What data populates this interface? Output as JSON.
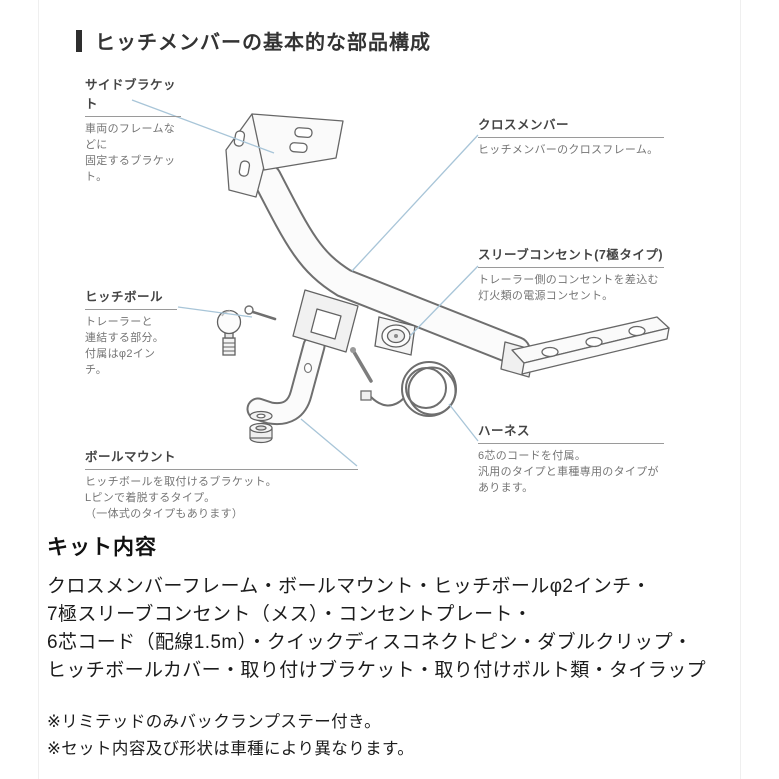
{
  "header": {
    "title": "ヒッチメンバーの基本的な部品構成"
  },
  "labels": {
    "side_bracket": {
      "title": "サイドブラケット",
      "desc": "車両のフレームなどに\n固定するブラケット。"
    },
    "cross_member": {
      "title": "クロスメンバー",
      "desc": "ヒッチメンバーのクロスフレーム。"
    },
    "sleeve_outlet": {
      "title": "スリーブコンセント(7極タイプ)",
      "desc": "トレーラー側のコンセントを差込む\n灯火類の電源コンセント。"
    },
    "hitch_ball": {
      "title": "ヒッチボール",
      "desc": "トレーラーと\n連結する部分。\n付属はφ2インチ。"
    },
    "harness": {
      "title": "ハーネス",
      "desc": "6芯のコードを付属。\n汎用のタイプと車種専用のタイプが\nあります。"
    },
    "ball_mount": {
      "title": "ボールマウント",
      "desc": "ヒッチボールを取付けるブラケット。\nLピンで着脱するタイプ。\n（一体式のタイプもあります）"
    }
  },
  "kit": {
    "heading": "キット内容",
    "lines": [
      "クロスメンバーフレーム・ボールマウント・ヒッチボールφ2インチ・",
      "7極スリーブコンセント（メス）・コンセントプレート・",
      "6芯コード（配線1.5m）・クイックディスコネクトピン・ダブルクリップ・",
      "ヒッチボールカバー・取り付けブラケット・取り付けボルト類・タイラップ"
    ],
    "notes": [
      "※リミテッドのみバックランプステー付き。",
      "※セット内容及び形状は車種により異なります。"
    ]
  },
  "colors": {
    "leader_line": "#a8c5d8",
    "accent_bar": "#2e2e2e",
    "line_art": "#6f6f6f"
  }
}
